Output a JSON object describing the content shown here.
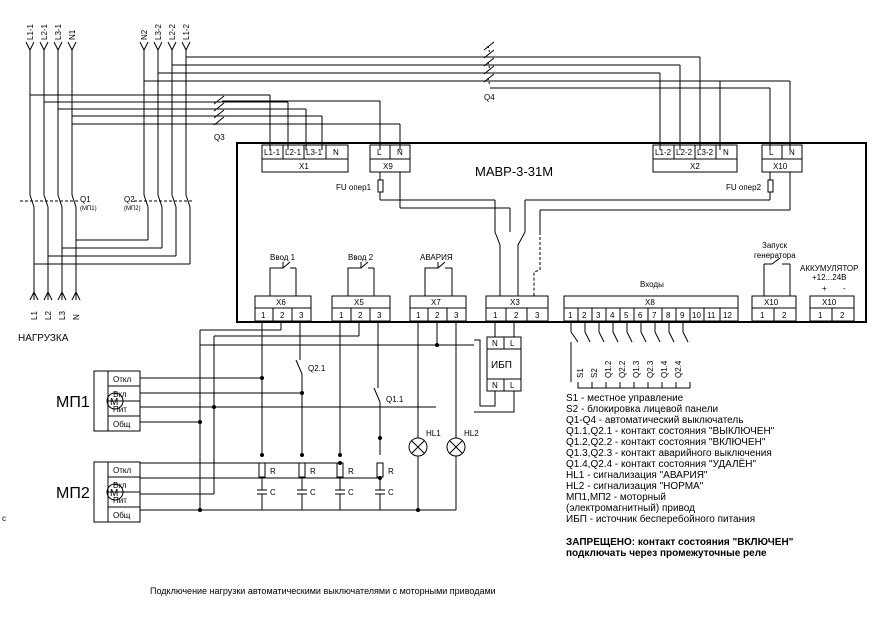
{
  "diagram": {
    "device": {
      "title": "МАВР-3-31М"
    },
    "input_lines_1": [
      "L1-1",
      "L2-1",
      "L3-1",
      "N1"
    ],
    "input_lines_2": [
      "N2",
      "L3-2",
      "L2-2",
      "L1-2"
    ],
    "load_lines": [
      "L1",
      "L2",
      "L3",
      "N"
    ],
    "load_caption": "НАГРУЗКА",
    "breakers": {
      "q1": "Q1",
      "q1_sub": "(МП1)",
      "q2": "Q2",
      "q2_sub": "(МП2)",
      "q3": "Q3",
      "q4": "Q4"
    },
    "terminals": {
      "x1": {
        "name": "X1",
        "pins": [
          "L1-1",
          "L2-1",
          "L3-1",
          "N"
        ]
      },
      "x9": {
        "name": "X9",
        "pins": [
          "L",
          "N"
        ]
      },
      "x2": {
        "name": "X2",
        "pins": [
          "L1-2",
          "L2-2",
          "L3-2",
          "N"
        ]
      },
      "x10top": {
        "name": "X10",
        "pins": [
          "L",
          "N"
        ]
      },
      "x6": {
        "name": "X6",
        "pins": [
          "1",
          "2",
          "3"
        ]
      },
      "x5": {
        "name": "X5",
        "pins": [
          "1",
          "2",
          "3"
        ]
      },
      "x7": {
        "name": "X7",
        "pins": [
          "1",
          "2",
          "3"
        ]
      },
      "x3": {
        "name": "X3",
        "pins": [
          "1",
          "2",
          "3"
        ]
      },
      "x8": {
        "name": "X8",
        "pins": [
          "1",
          "2",
          "3",
          "4",
          "5",
          "6",
          "7",
          "8",
          "9",
          "10",
          "11",
          "12"
        ]
      },
      "x10a": {
        "name": "X10",
        "pins": [
          "1",
          "2"
        ]
      },
      "x10b": {
        "name": "X10",
        "pins": [
          "1",
          "2"
        ]
      }
    },
    "fuses": {
      "fu1": "FU опер1",
      "fu2": "FU опер2"
    },
    "groups": {
      "vvod1": "Ввод 1",
      "vvod2": "Ввод 2",
      "avaria": "АВАРИЯ",
      "vhody": "Входы",
      "zapusk1": "Запуск",
      "zapusk2": "генератора",
      "akkum1": "АККУМУЛЯТОР",
      "akkum2": "+12...24В",
      "plus": "+",
      "minus": "-"
    },
    "ups": {
      "label": "ИБП",
      "n1": "N",
      "l1": "L",
      "n2": "N",
      "l2": "L"
    },
    "motors": {
      "mp1": "МП1",
      "mp2": "МП2",
      "m": "M",
      "rows": [
        "Откл",
        "Вкл",
        "Пит",
        "Общ"
      ]
    },
    "contacts": {
      "q21": "Q2.1",
      "q11": "Q1.1",
      "r": "R",
      "c": "C",
      "hl1": "HL1",
      "hl2": "HL2"
    },
    "x8_inputs": [
      "S1",
      "S2",
      "Q1.2",
      "Q2.2",
      "Q1.3",
      "Q2.3",
      "Q1.4",
      "Q2.4"
    ],
    "legend": [
      "S1 - местное управление",
      "S2 - блокировка лицевой панели",
      "Q1-Q4 - автоматический выключатель",
      "Q1.1,Q2.1 - контакт состояния \"ВЫКЛЮЧЕН\"",
      "Q1.2,Q2.2 - контакт состояния \"ВКЛЮЧЕН\"",
      "Q1.3,Q2.3 - контакт аварийного выключения",
      "Q1.4,Q2.4 - контакт состояния \"УДАЛЁН\"",
      "HL1 - сигнализация \"АВАРИЯ\"",
      "HL2 - сигнализация \"НОРМА\"",
      "МП1,МП2 - моторный",
      "(электромагнитный) привод",
      "ИБП - источник бесперебойного питания"
    ],
    "warning": [
      "ЗАПРЕЩЕНО: контакт состояния \"ВКЛЮЧЕН\"",
      "подключать через промежуточные реле"
    ],
    "caption": "Подключение нагрузки автоматическими выключателями с моторными приводами",
    "edge_mark": "c"
  }
}
